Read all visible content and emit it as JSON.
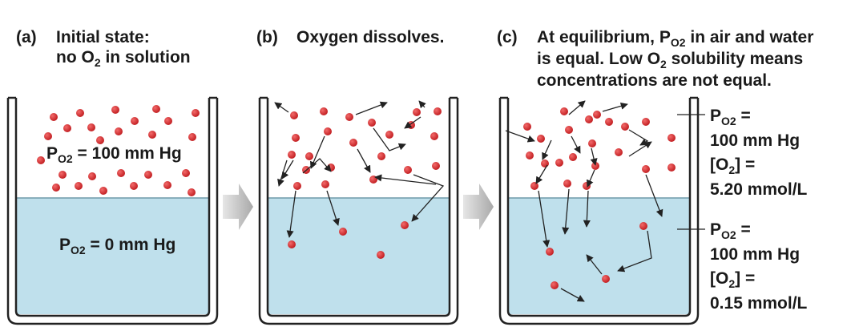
{
  "panels": [
    {
      "label": "(a)",
      "caption_lines": [
        "Initial state:",
        "no O",
        "2",
        " in solution"
      ]
    },
    {
      "label": "(b)",
      "caption_lines": [
        "Oxygen dissolves."
      ]
    },
    {
      "label": "(c)",
      "caption_line1_a": "At equilibrium, P",
      "caption_line1_sub": "O2",
      "caption_line1_b": " in air and water",
      "caption_line2_a": "is equal. Low O",
      "caption_line2_sub": "2",
      "caption_line2_b": " solubility means",
      "caption_line3": "concentrations are not equal."
    }
  ],
  "beaker_a": {
    "air_p": "P",
    "air_sub": "O2",
    "air_value": " = 100 mm Hg",
    "water_p": "P",
    "water_sub": "O2",
    "water_value": " = 0 mm Hg"
  },
  "beaker_c": {
    "air": {
      "p": "P",
      "p_sub": "O2",
      "p_eq": " =",
      "p_value": "100 mm Hg",
      "conc_a": "[O",
      "conc_sub": "2",
      "conc_b": "] =",
      "conc_value": "5.20 mmol/L"
    },
    "water": {
      "p": "P",
      "p_sub": "O2",
      "p_eq": " =",
      "p_value": "100 mm Hg",
      "conc_a": "[O",
      "conc_sub": "2",
      "conc_b": "] =",
      "conc_value": "0.15 mmol/L"
    }
  },
  "colors": {
    "water": "#bfe0ec",
    "molecule": "#d8272a",
    "beaker_stroke": "#222222",
    "arrow": "#222222",
    "transition_arrow": "#b5b5b5"
  }
}
